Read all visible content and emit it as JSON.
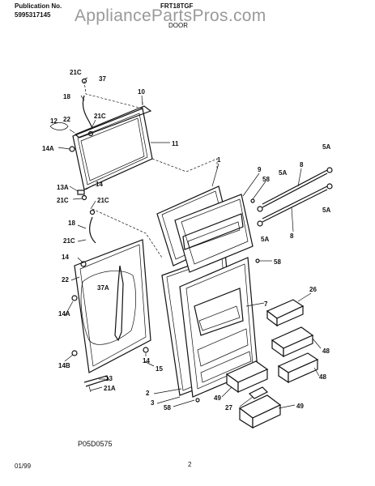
{
  "header": {
    "pub_label": "Publication No.",
    "pub_number": "5995317145",
    "model": "FRT18TGF",
    "section": "DOOR"
  },
  "watermark": "AppliancePartsPros.com",
  "drawing_code": "P05D0575",
  "footer": {
    "date": "01/99",
    "page": "2"
  },
  "callouts": {
    "c21C_a": "21C",
    "c37": "37",
    "c18_a": "18",
    "c10": "10",
    "c21C_b": "21C",
    "c12": "12",
    "c22_a": "22",
    "c14A_a": "14A",
    "c11": "11",
    "c13A": "13A",
    "c14_a": "14",
    "c21C_c": "21C",
    "c21C_d": "21C",
    "c18_b": "18",
    "c21C_e": "21C",
    "c14_b": "14",
    "c22_b": "22",
    "c37A": "37A",
    "c14A_b": "14A",
    "c14_c": "14",
    "c14B": "14B",
    "c15": "15",
    "c13": "13",
    "c21A": "21A",
    "c1": "1",
    "c9": "9",
    "c58_a": "58",
    "c5A_a": "5A",
    "c8_a": "8",
    "c5A_b": "5A",
    "c5A_c": "5A",
    "c5A_d": "5A",
    "c8_b": "8",
    "c58_b": "58",
    "c26": "26",
    "c7": "7",
    "c48_a": "48",
    "c48_b": "48",
    "c2": "2",
    "c3": "3",
    "c49_a": "49",
    "c27": "27",
    "c49_b": "49",
    "c58_c": "58"
  }
}
